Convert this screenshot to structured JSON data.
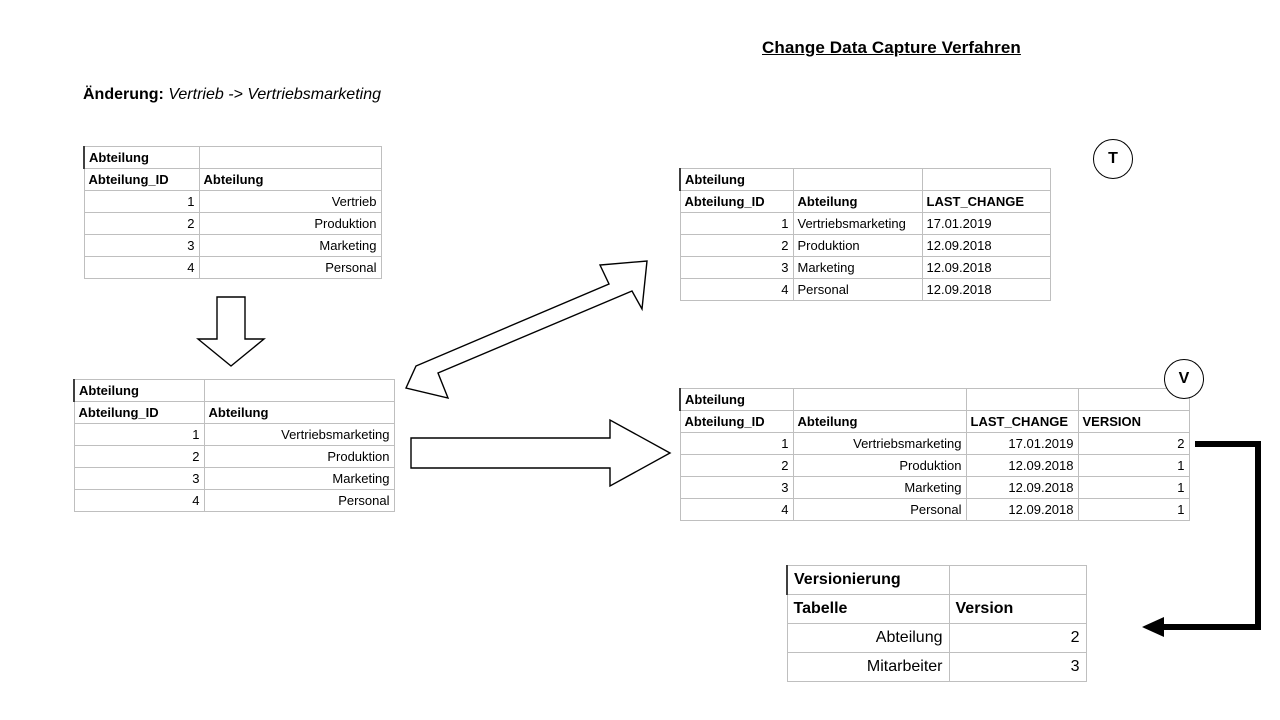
{
  "doc": {
    "title": "Change Data Capture Verfahren",
    "change_label": "Änderung:",
    "change_value": "Vertrieb -> Vertriebsmarketing"
  },
  "badges": {
    "timestamp": "T",
    "version": "V"
  },
  "tables": {
    "source": {
      "name": "Abteilung",
      "columns": [
        "Abteilung_ID",
        "Abteilung"
      ],
      "rows": [
        [
          "1",
          "Vertrieb"
        ],
        [
          "2",
          "Produktion"
        ],
        [
          "3",
          "Marketing"
        ],
        [
          "4",
          "Personal"
        ]
      ]
    },
    "changed": {
      "name": "Abteilung",
      "columns": [
        "Abteilung_ID",
        "Abteilung"
      ],
      "rows": [
        [
          "1",
          "Vertriebsmarketing"
        ],
        [
          "2",
          "Produktion"
        ],
        [
          "3",
          "Marketing"
        ],
        [
          "4",
          "Personal"
        ]
      ]
    },
    "timestamp": {
      "name": "Abteilung",
      "columns": [
        "Abteilung_ID",
        "Abteilung",
        "LAST_CHANGE"
      ],
      "rows": [
        [
          "1",
          "Vertriebsmarketing",
          "17.01.2019"
        ],
        [
          "2",
          "Produktion",
          "12.09.2018"
        ],
        [
          "3",
          "Marketing",
          "12.09.2018"
        ],
        [
          "4",
          "Personal",
          "12.09.2018"
        ]
      ]
    },
    "versioned": {
      "name": "Abteilung",
      "columns": [
        "Abteilung_ID",
        "Abteilung",
        "LAST_CHANGE",
        "VERSION"
      ],
      "rows": [
        [
          "1",
          "Vertriebsmarketing",
          "17.01.2019",
          "2"
        ],
        [
          "2",
          "Produktion",
          "12.09.2018",
          "1"
        ],
        [
          "3",
          "Marketing",
          "12.09.2018",
          "1"
        ],
        [
          "4",
          "Personal",
          "12.09.2018",
          "1"
        ]
      ]
    },
    "versionierung": {
      "name": "Versionierung",
      "columns": [
        "Tabelle",
        "Version"
      ],
      "rows": [
        [
          "Abteilung",
          "2"
        ],
        [
          "Mitarbeiter",
          "3"
        ]
      ]
    }
  },
  "colors": {
    "grid_line": "#bfbfbf",
    "title_accent": "#404040",
    "connector": "#000000",
    "background": "#ffffff"
  }
}
